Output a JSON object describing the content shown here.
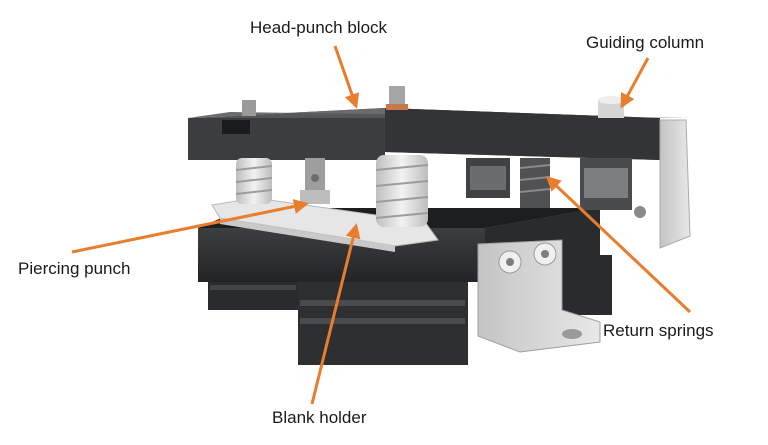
{
  "labels": {
    "head_punch_block": "Head-punch block",
    "guiding_column": "Guiding column",
    "piercing_punch": "Piercing punch",
    "return_springs": "Return springs",
    "blank_holder": "Blank holder"
  },
  "colors": {
    "arrow": "#e87d2e",
    "die_dark": "#2c2d2f",
    "plate_top": "#4a4b4d",
    "spring": "#dcdcdc",
    "blank_holder": "#e6e6e6",
    "bracket": "#d3d3d3",
    "background": "#ffffff"
  }
}
